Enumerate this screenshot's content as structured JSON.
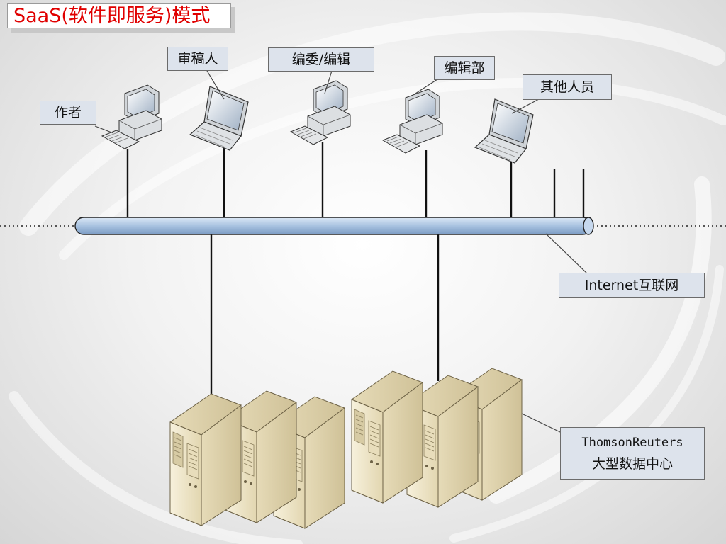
{
  "title": "SaaS(软件即服务)模式",
  "nodes": {
    "author": "作者",
    "reviewer": "审稿人",
    "editorial_board": "编委/编辑",
    "editorial_dept": "编辑部",
    "others": "其他人员"
  },
  "network": {
    "label": "Internet互联网"
  },
  "datacenter": {
    "line1": "ThomsonReuters",
    "line2": "大型数据中心"
  },
  "colors": {
    "title_text": "#e00000",
    "label_fill": "#dde3ec",
    "bus_fill": "#a8c2e0",
    "server_fill": "#efe6c8"
  }
}
